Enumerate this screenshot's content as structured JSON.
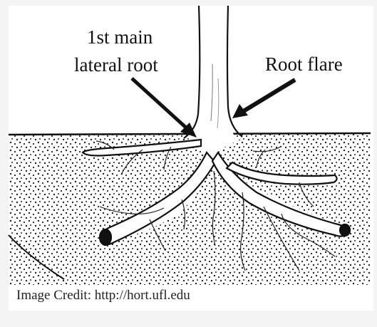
{
  "diagram": {
    "labels": {
      "lateral_root_line1": "1st main",
      "lateral_root_line2": "lateral root",
      "root_flare": "Root flare"
    },
    "caption": "Image Credit: http://hort.ufl.edu"
  },
  "colors": {
    "ink": "#111111",
    "soil_background": "#ffffff",
    "page_background": "#f4f4f4"
  }
}
